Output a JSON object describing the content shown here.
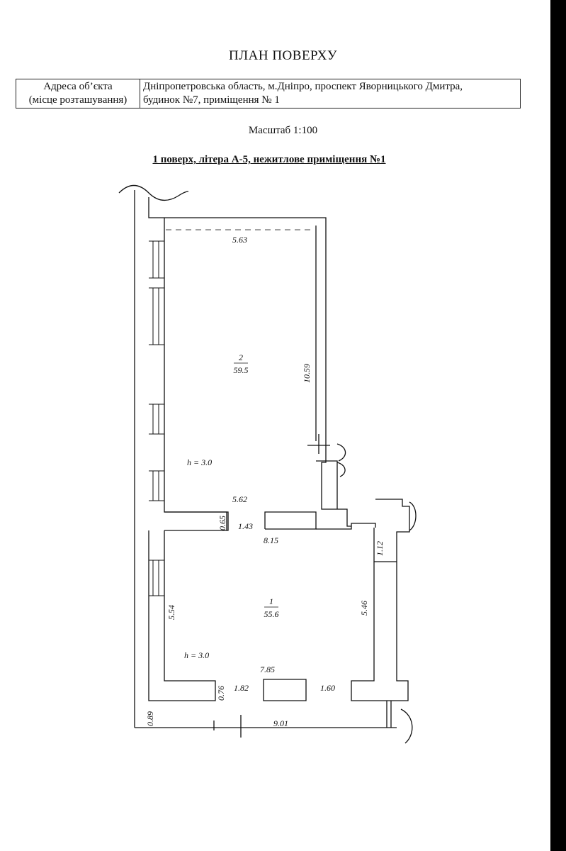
{
  "header": {
    "title": "ПЛАН ПОВЕРХУ"
  },
  "address": {
    "label_line1": "Адреса об’єкта",
    "label_line2": "(місце розташування)",
    "value_line1": "Дніпропетровська область, м.Дніпро, проспект Яворницького Дмитра,",
    "value_line2": "будинок №7, приміщення № 1"
  },
  "scale": "Масштаб 1:100",
  "floor_title": "1 поверх,  літера А-5, нежитлове приміщення №1",
  "plan": {
    "room2": {
      "number": "2",
      "area": "59.5",
      "height": "h = 3.0"
    },
    "room1": {
      "number": "1",
      "area": "55.6",
      "height": "h = 3.0"
    },
    "dimensions": {
      "top_width": "5.63",
      "right_height": "10.59",
      "room2_bottom": "5.62",
      "wall_065": "0.65",
      "wall_143": "1.43",
      "room1_width": "8.15",
      "wall_112": "1.12",
      "room1_left": "5.54",
      "room1_right": "5.46",
      "bottom_inner": "7.85",
      "wall_076": "0.76",
      "seg_182": "1.82",
      "seg_160": "1.60",
      "wall_089": "0.89",
      "bottom_outer": "9.01"
    }
  }
}
